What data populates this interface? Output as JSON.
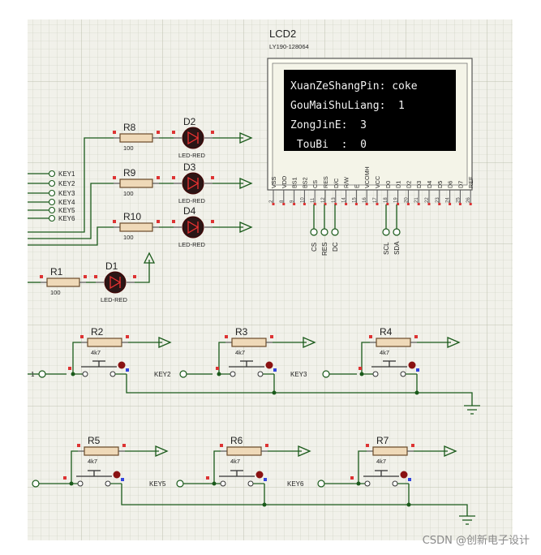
{
  "lcd": {
    "name": "LCD2",
    "part": "LY190-128064",
    "lines": [
      "XuanZeShangPin: coke",
      "GouMaiShuLiang:  1",
      "ZongJinE:  3",
      " TouBi  :  0"
    ],
    "pin_labels": [
      "VSS",
      "VDD",
      "BS1",
      "BS2",
      "CS",
      "RES",
      "D/C",
      "R/W",
      "E",
      "VCOMH",
      "VCC",
      "D0",
      "D1",
      "D2",
      "D3",
      "D4",
      "D5",
      "D6",
      "D7",
      "REF"
    ],
    "pin_numbers": [
      "2",
      "8",
      "9",
      "10",
      "11",
      "12",
      "13",
      "14",
      "15",
      "16",
      "17",
      "18",
      "19",
      "20",
      "21",
      "22",
      "23",
      "24",
      "25",
      "26"
    ],
    "net_labels": [
      "CS",
      "RES",
      "DC",
      "SCL",
      "SDA"
    ]
  },
  "resistors": [
    {
      "name": "R8",
      "value": "100"
    },
    {
      "name": "R9",
      "value": "100"
    },
    {
      "name": "R10",
      "value": "100"
    },
    {
      "name": "R1",
      "value": "100"
    },
    {
      "name": "R2",
      "value": "4k7"
    },
    {
      "name": "R3",
      "value": "4k7"
    },
    {
      "name": "R4",
      "value": "4k7"
    },
    {
      "name": "R5",
      "value": "4k7"
    },
    {
      "name": "R6",
      "value": "4k7"
    },
    {
      "name": "R7",
      "value": "4k7"
    }
  ],
  "leds": [
    {
      "name": "D2",
      "type": "LED-RED"
    },
    {
      "name": "D3",
      "type": "LED-RED"
    },
    {
      "name": "D4",
      "type": "LED-RED"
    },
    {
      "name": "D1",
      "type": "LED-RED"
    }
  ],
  "key_bus": [
    "KEY1",
    "KEY2",
    "KEY3",
    "KEY4",
    "KEY5",
    "KEY6"
  ],
  "key_terminals": [
    "1",
    "KEY2",
    "KEY3",
    "KEY5",
    "KEY6"
  ],
  "watermark": "CSDN @创新电子设计"
}
